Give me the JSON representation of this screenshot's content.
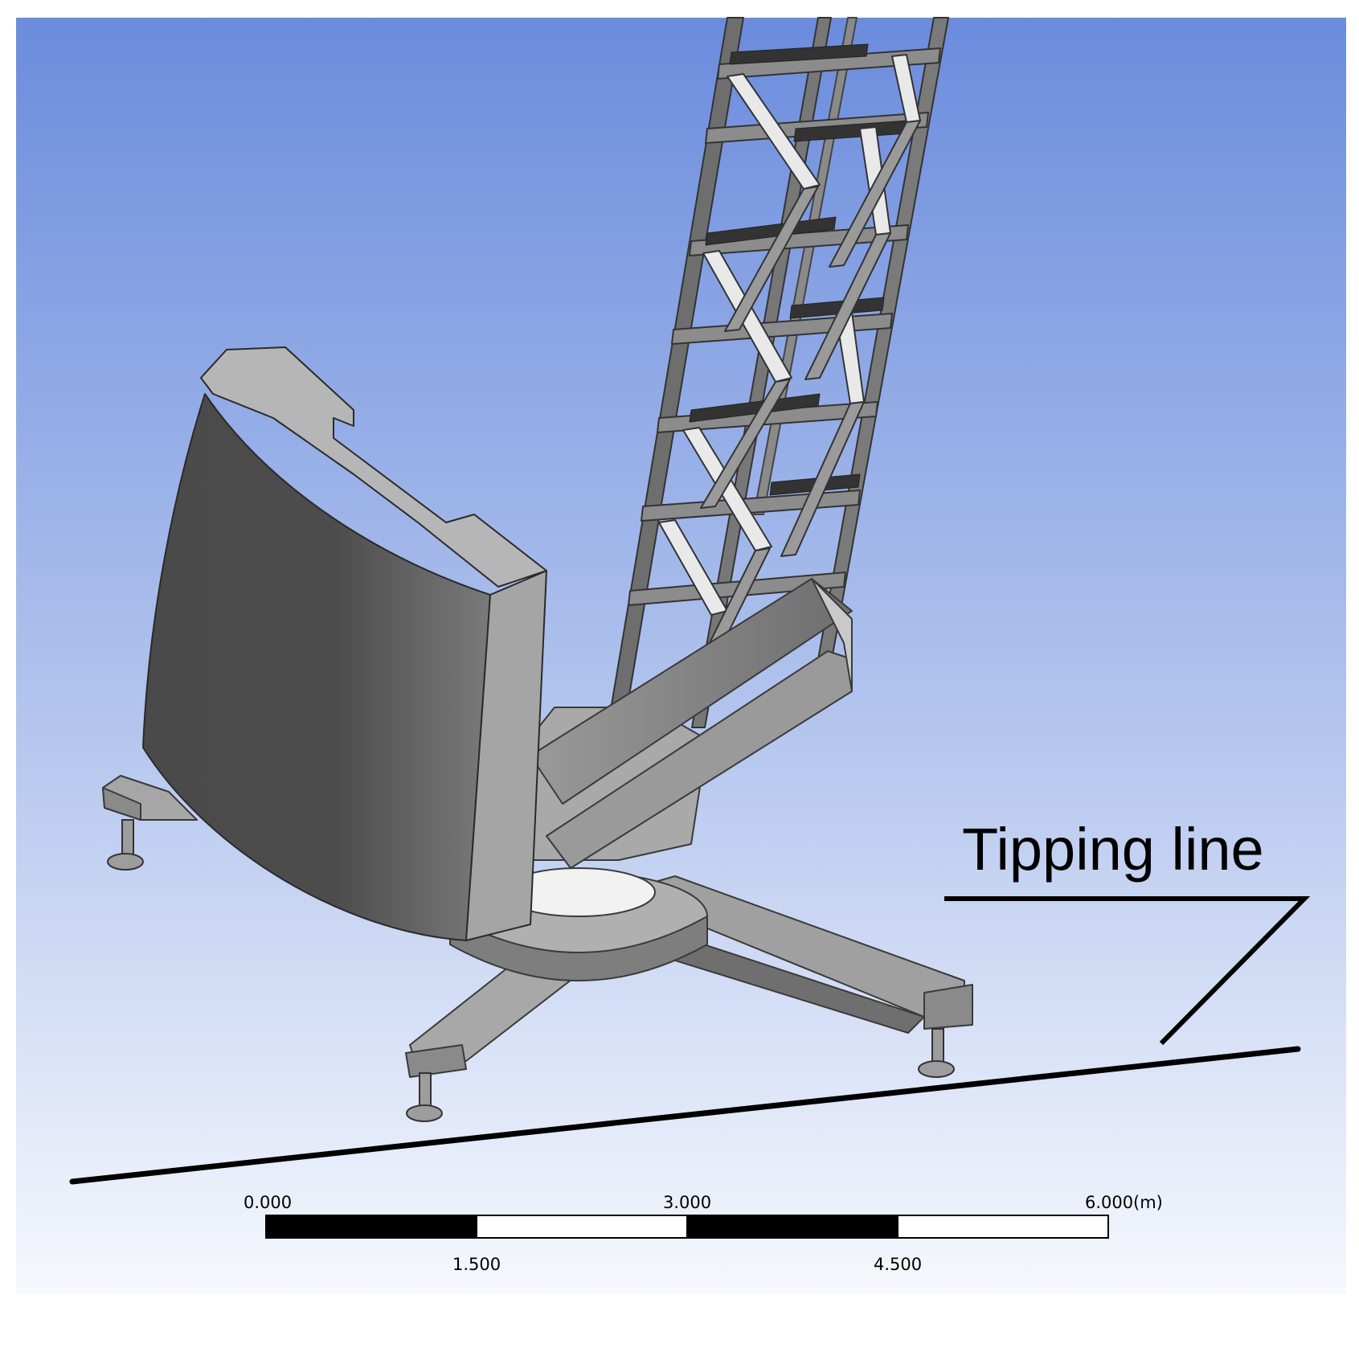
{
  "annotation": {
    "label": "Tipping line"
  },
  "scale_bar": {
    "top_labels": [
      "0.000",
      "3.000",
      "6.000"
    ],
    "bottom_labels": [
      "1.500",
      "4.500"
    ],
    "unit": "(m)"
  },
  "colors": {
    "background_top": "#6c8ede",
    "background_bottom": "#f4f6fc",
    "body_light": "#b4b4b4",
    "body_mid": "#8c8c8c",
    "body_dark": "#4a4a4a",
    "line": "#000000"
  }
}
